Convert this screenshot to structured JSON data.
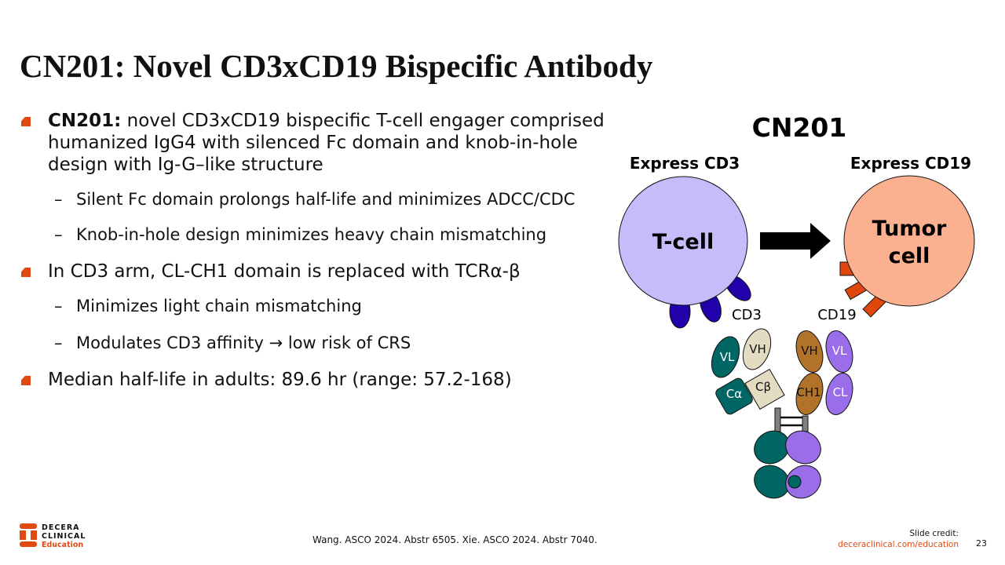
{
  "title": "CN201: Novel CD3xCD19 Bispecific Antibody",
  "bullets": [
    {
      "bold": "CN201:",
      "text": " novel CD3xCD19 bispecific T-cell engager comprised humanized IgG4 with silenced Fc domain and knob-in-hole design with Ig-G–like structure",
      "sub": [
        "Silent Fc domain prolongs half-life and minimizes ADCC/CDC",
        "Knob-in-hole design minimizes heavy chain mismatching"
      ]
    },
    {
      "text": "In CD3 arm, CL-CH1 domain is replaced with TCRα-β",
      "sub": [
        "Minimizes light chain mismatching",
        "Modulates CD3 affinity → low risk of CRS"
      ]
    },
    {
      "text": "Median half-life in adults: 89.6 hr (range: 57.2-168)"
    }
  ],
  "diagram": {
    "heading": "CN201",
    "left_label": "Express CD3",
    "right_label": "Express CD19",
    "tcell": "T-cell",
    "tumor_line1": "Tumor",
    "tumor_line2": "cell",
    "cd3": "CD3",
    "cd19": "CD19",
    "domains": {
      "vl_left": "VL",
      "vh_left": "VH",
      "calpha": "Cα",
      "cbeta": "Cβ",
      "vh_right": "VH",
      "vl_right": "VL",
      "ch1": "CH1",
      "cl": "CL"
    },
    "colors": {
      "tcell": "#c6bcfb",
      "tumor": "#fbb08f",
      "cd3": "#2200aa",
      "cd19": "#e0470c",
      "teal": "#006663",
      "beige": "#e3dcc2",
      "brown": "#b1732a",
      "purple": "#9a6ee8",
      "hinge": "#808080"
    }
  },
  "footer": {
    "logo": [
      "DECERA",
      "CLINICAL",
      "Education"
    ],
    "citation": "Wang. ASCO 2024. Abstr 6505. Xie. ASCO 2024. Abstr 7040.",
    "credit_label": "Slide credit:",
    "credit_url": "deceraclinical.com/education",
    "page": "23"
  }
}
